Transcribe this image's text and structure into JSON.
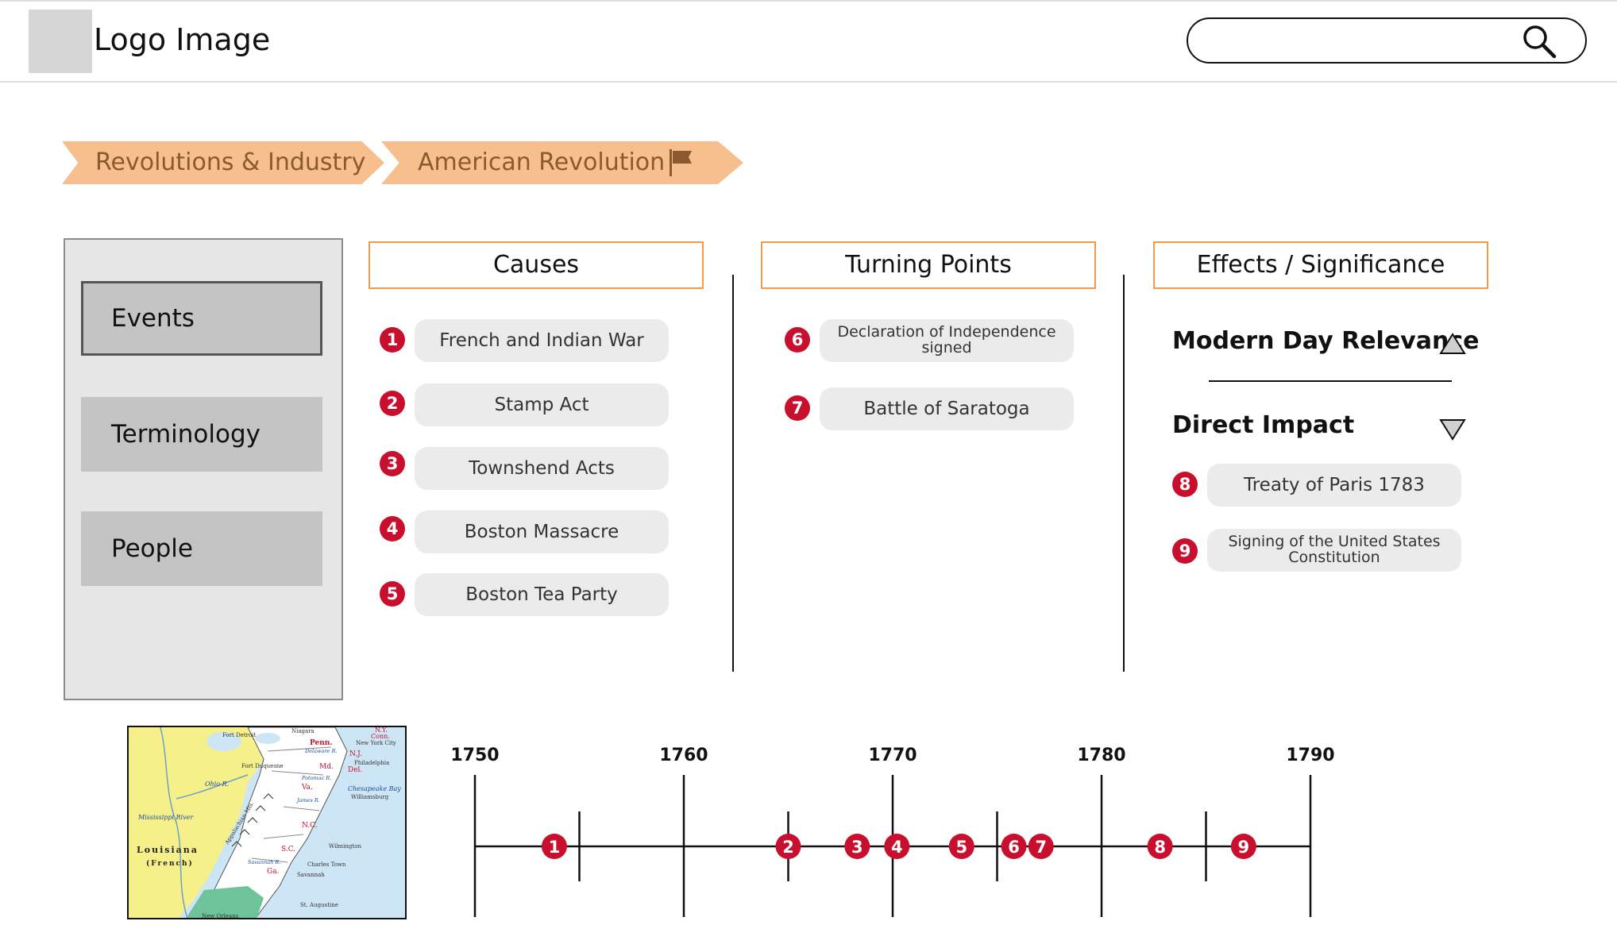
{
  "header": {
    "logo_text": "Logo Image",
    "search": {
      "placeholder": "",
      "icon": "search-icon"
    }
  },
  "breadcrumb": [
    {
      "label": "Revolutions & Industry"
    },
    {
      "label": "American Revolution",
      "icon": "flag-icon"
    }
  ],
  "sidebar": {
    "items": [
      {
        "label": "Events",
        "selected": true
      },
      {
        "label": "Terminology",
        "selected": false
      },
      {
        "label": "People",
        "selected": false
      }
    ]
  },
  "columns": {
    "causes": {
      "title": "Causes",
      "items": [
        {
          "num": "1",
          "label": "French and Indian War"
        },
        {
          "num": "2",
          "label": "Stamp Act"
        },
        {
          "num": "3",
          "label": "Townshend Acts"
        },
        {
          "num": "4",
          "label": "Boston Massacre"
        },
        {
          "num": "5",
          "label": "Boston Tea Party"
        }
      ]
    },
    "turning": {
      "title": "Turning Points",
      "items": [
        {
          "num": "6",
          "label": "Declaration of Independence signed"
        },
        {
          "num": "7",
          "label": "Battle of Saratoga"
        }
      ]
    },
    "effects": {
      "title": "Effects / Significance",
      "relevance_label": "Modern Day Relevance",
      "relevance_icon": "triangle-up-icon",
      "impact_label": "Direct Impact",
      "impact_icon": "triangle-down-icon",
      "items": [
        {
          "num": "8",
          "label": "Treaty of Paris 1783"
        },
        {
          "num": "9",
          "label": "Signing of the United States Constitution"
        }
      ]
    }
  },
  "map": {
    "labels": {
      "ohio": "Ohio R.",
      "mississippi": "Mississippi River",
      "louisiana": "Louisiana",
      "french": "(French)",
      "appalachian": "Appalachian Mts.",
      "penn": "Penn.",
      "nj": "N.J.",
      "del": "Del.",
      "md": "Md.",
      "va": "Va.",
      "nc": "N.C.",
      "sc": "S.C.",
      "ga": "Ga.",
      "ny": "N.Y.",
      "conn": "Conn.",
      "chesapeake": "Chesapeake Bay",
      "fort_detroit": "Fort Detroit",
      "fort_duquesne": "Fort Duquesne",
      "niagara": "Niagara",
      "nyc": "New York City",
      "philadelphia": "Philadelphia",
      "williamsburg": "Williamsburg",
      "wilmington": "Wilmington",
      "charles_town": "Charles Town",
      "savannah": "Savannah",
      "st_augustine": "St. Augustine",
      "new_orleans": "New Orleans",
      "delaware_r": "Delaware R.",
      "potomac_r": "Potomac R.",
      "james_r": "James R.",
      "savannah_r": "Savannah R."
    }
  },
  "timeline": {
    "decades": [
      1750,
      1760,
      1770,
      1780,
      1790
    ],
    "half_ticks": [
      1755,
      1765,
      1775,
      1785
    ],
    "markers": [
      {
        "num": "1",
        "year": 1753.8
      },
      {
        "num": "2",
        "year": 1765
      },
      {
        "num": "3",
        "year": 1768.3
      },
      {
        "num": "4",
        "year": 1770.2
      },
      {
        "num": "5",
        "year": 1773.3
      },
      {
        "num": "6",
        "year": 1775.8
      },
      {
        "num": "7",
        "year": 1777.1
      },
      {
        "num": "8",
        "year": 1782.8
      },
      {
        "num": "9",
        "year": 1786.8
      }
    ]
  },
  "colors": {
    "accent_orange": "#f29a4a",
    "breadcrumb_bg": "#f7bf8e",
    "breadcrumb_text": "#8a5a2e",
    "marker_red": "#c8102e"
  }
}
